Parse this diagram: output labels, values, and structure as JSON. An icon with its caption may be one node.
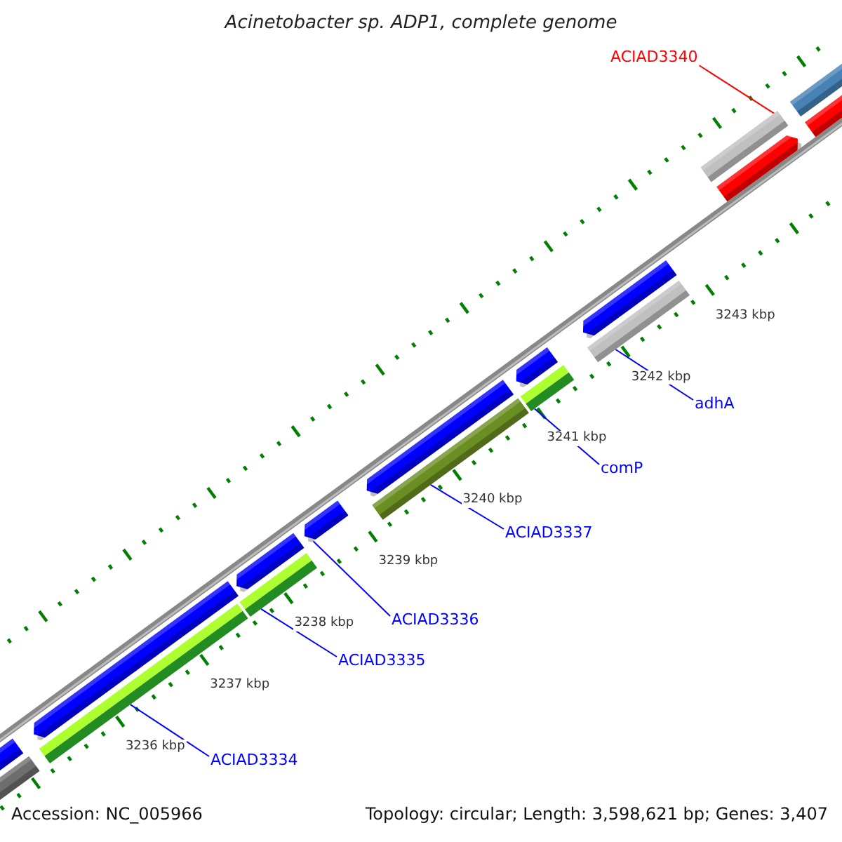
{
  "diagram": {
    "title": "Acinetobacter sp. ADP1, complete genome",
    "nodes": [
      {
        "text": [
          "ACIAD3340"
        ]
      },
      {
        "text": [],
        "shape": "bar"
      },
      {
        "text": [
          "adhA"
        ]
      },
      {
        "text": [],
        "shape": "bar"
      },
      {
        "text": [
          "comP"
        ]
      },
      {
        "text": [],
        "shape": "bar"
      },
      {
        "text": [
          "ACIAD3337"
        ]
      },
      {
        "text": [],
        "shape": "bar"
      },
      {
        "text": [
          "ACIAD3336"
        ]
      },
      {
        "text": [],
        "shape": "bar"
      },
      {
        "text": [
          "ACIAD3335"
        ]
      },
      {
        "text": [],
        "shape": "bar"
      },
      {
        "text": [
          "ACIAD3334"
        ]
      },
      {
        "text": [],
        "shape": "bar"
      }
    ],
    "edges": [
      {
        "from": 0,
        "to": 1,
        "arrow": "none",
        "color": "#ff0000"
      },
      {
        "from": 2,
        "to": 3,
        "arrow": "none"
      },
      {
        "from": 4,
        "to": 5,
        "arrow": "none"
      },
      {
        "from": 6,
        "to": 7,
        "arrow": "none"
      },
      {
        "from": 8,
        "to": 9,
        "arrow": "none"
      },
      {
        "from": 10,
        "to": 11,
        "arrow": "none"
      },
      {
        "from": 12,
        "to": 13,
        "arrow": "none"
      }
    ],
    "labels": [
      "3243 kbp",
      "3242 kbp",
      "3241 kbp",
      "3240 kbp",
      "3239 kbp",
      "3238 kbp",
      "3237 kbp",
      "3236 kbp",
      "Accession: NC_005966",
      "Topology: circular; Length: 3,598,621 bp; Genes: 3,407"
    ]
  }
}
